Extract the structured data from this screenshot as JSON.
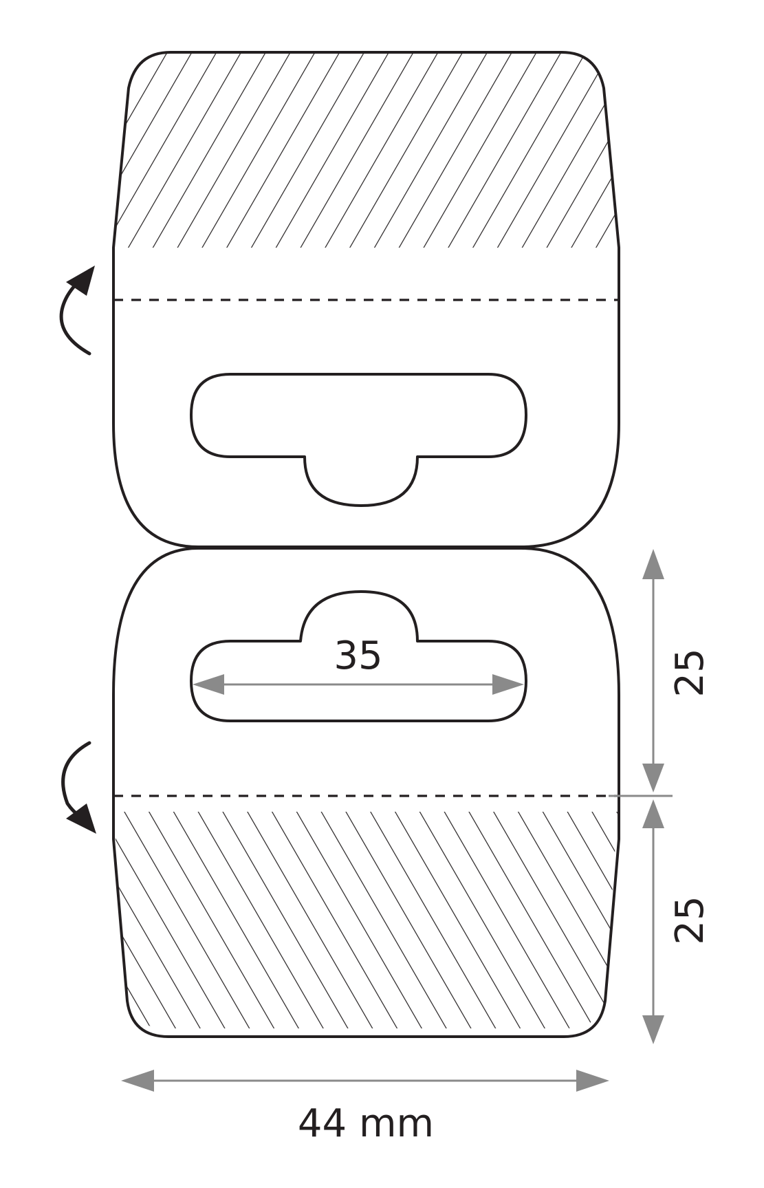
{
  "labels": {
    "slot_width": "35",
    "upper_height": "25",
    "lower_height": "25",
    "total_width": "44 mm"
  },
  "colors": {
    "line": "#231f20",
    "dimension": "#8a8a8a",
    "background": "#ffffff"
  },
  "icons": {
    "fold_up": "curved-arrow-up-icon",
    "fold_down": "curved-arrow-down-icon"
  }
}
